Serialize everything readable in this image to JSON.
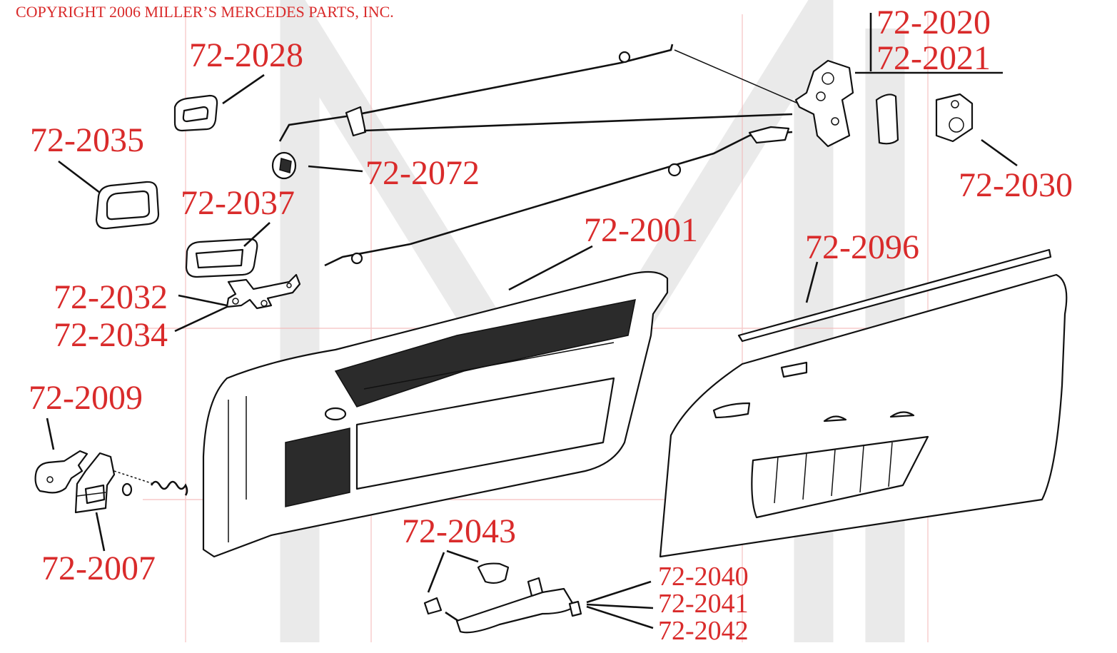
{
  "copyright": "COPYRIGHT 2006 MILLER’S MERCEDES PARTS, INC.",
  "colors": {
    "label": "#d92b2b",
    "line": "#111111",
    "watermark": "#d8d8d8"
  },
  "labels": {
    "p2020": "72-2020",
    "p2021": "72-2021",
    "p2028": "72-2028",
    "p2035": "72-2035",
    "p2072": "72-2072",
    "p2030": "72-2030",
    "p2037": "72-2037",
    "p2001": "72-2001",
    "p2096": "72-2096",
    "p2032": "72-2032",
    "p2034": "72-2034",
    "p2009": "72-2009",
    "p2007": "72-2007",
    "p2043": "72-2043",
    "p2040": "72-2040",
    "p2041": "72-2041",
    "p2042": "72-2042"
  }
}
